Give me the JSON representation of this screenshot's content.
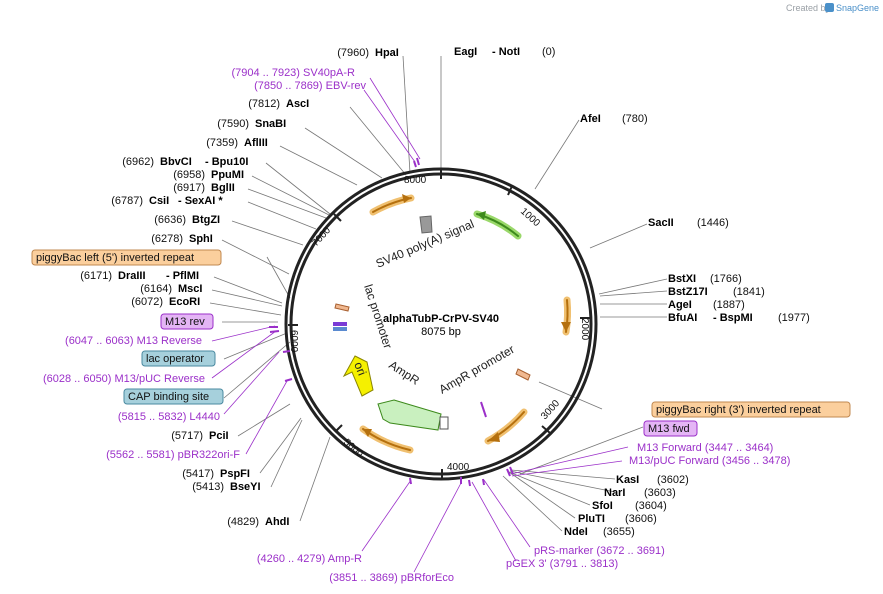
{
  "header": {
    "created_by": "Created by",
    "brand": "SnapGene"
  },
  "plasmid": {
    "name": "alphaTubP-CrPV-SV40",
    "size_label": "8075 bp"
  },
  "ticks": [
    "1000",
    "2000",
    "3000",
    "4000",
    "5000",
    "6000",
    "7000",
    "8000"
  ],
  "features": {
    "sv40": "SV40 poly(A) signal",
    "lac_promoter": "lac promoter",
    "ori": "ori",
    "ampr": "AmpR",
    "ampr_promoter": "AmpR promoter"
  },
  "boxed_features": {
    "pb_left": "piggyBac left (5') inverted repeat",
    "pb_right": "piggyBac right (3') inverted repeat",
    "m13rev": "M13 rev",
    "m13fwd": "M13 fwd",
    "lacop": "lac operator",
    "cap": "CAP binding site"
  },
  "enzymes": {
    "hpai": {
      "pos": "(7960)",
      "name": "HpaI"
    },
    "eagi": {
      "name": "EagI",
      "sep": "- NotI",
      "pos": "(0)"
    },
    "asci": {
      "pos": "(7812)",
      "name": "AscI"
    },
    "snabi": {
      "pos": "(7590)",
      "name": "SnaBI"
    },
    "aflii": {
      "pos": "(7359)",
      "name": "AflIII"
    },
    "bbvci": {
      "pos": "(6962)",
      "name": "BbvCI",
      "sep": "- Bpu10I"
    },
    "ppumi": {
      "pos": "(6958)",
      "name": "PpuMI"
    },
    "bglii": {
      "pos": "(6917)",
      "name": "BglII"
    },
    "csii": {
      "pos": "(6787)",
      "name": "CsiI",
      "sep": "- SexAI *"
    },
    "btgzi": {
      "pos": "(6636)",
      "name": "BtgZI"
    },
    "sphi": {
      "pos": "(6278)",
      "name": "SphI"
    },
    "draiii": {
      "pos": "(6171)",
      "name": "DraIII",
      "sep": "- PflMI"
    },
    "msci": {
      "pos": "(6164)",
      "name": "MscI"
    },
    "ecori": {
      "pos": "(6072)",
      "name": "EcoRI"
    },
    "pcii": {
      "pos": "(5717)",
      "name": "PciI"
    },
    "pspfi": {
      "pos": "(5417)",
      "name": "PspFI"
    },
    "bseyi": {
      "pos": "(5413)",
      "name": "BseYI"
    },
    "ahdi": {
      "pos": "(4829)",
      "name": "AhdI"
    },
    "afei": {
      "name": "AfeI",
      "pos": "(780)"
    },
    "sacii": {
      "name": "SacII",
      "pos": "(1446)"
    },
    "bstxi": {
      "name": "BstXI",
      "pos": "(1766)"
    },
    "bstz17i": {
      "name": "BstZ17I",
      "pos": "(1841)"
    },
    "agei": {
      "name": "AgeI",
      "pos": "(1887)"
    },
    "bfuai": {
      "name": "BfuAI",
      "sep": "- BspMI",
      "pos": "(1977)"
    },
    "kasi": {
      "name": "KasI",
      "pos": "(3602)"
    },
    "nari": {
      "name": "NarI",
      "pos": "(3603)"
    },
    "sfoi": {
      "name": "SfoI",
      "pos": "(3604)"
    },
    "pluti": {
      "name": "PluTI",
      "pos": "(3606)"
    },
    "ndei": {
      "name": "NdeI",
      "pos": "(3655)"
    }
  },
  "primers": {
    "sv40pa_r": "(7904 .. 7923)  SV40pA-R",
    "ebv_rev": "(7850 .. 7869)  EBV-rev",
    "m13_reverse": "(6047 .. 6063)  M13 Reverse",
    "m13puc_reverse": "(6028 .. 6050)  M13/pUC Reverse",
    "l4440": "(5815 .. 5832)  L4440",
    "pbr322ori": "(5562 .. 5581)  pBR322ori-F",
    "amp_r": "(4260 .. 4279)  Amp-R",
    "pbrforeco": "(3851 .. 3869)  pBRforEco",
    "m13_forward": "M13 Forward   (3447 .. 3464)",
    "m13puc_forward": "M13/pUC Forward    (3456 .. 3478)",
    "prs_marker": "pRS-marker    (3672 .. 3691)",
    "pgex3": "pGEX 3'    (3791 .. 3813)"
  },
  "colors": {
    "backbone": "#222222",
    "orange_feature": "#f0c070",
    "green_feature": "#9ad86a",
    "yellow_ori": "#f5f000",
    "primer_purple": "#9b30c9",
    "box_orange": "#fbcf9d",
    "box_purple": "#e4b5f5",
    "box_blue": "#a6d0dc"
  }
}
